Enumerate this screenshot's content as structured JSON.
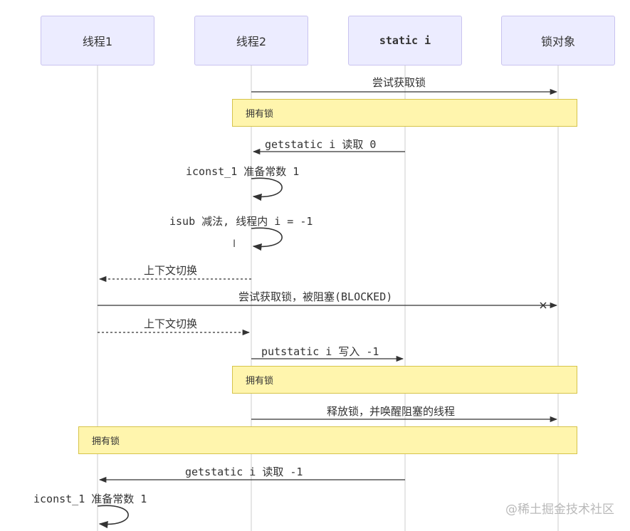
{
  "participants": {
    "thread1": "线程1",
    "thread2": "线程2",
    "static_i": "static i",
    "lock_object": "锁对象"
  },
  "messages": {
    "m1": "尝试获取锁",
    "m2": "getstatic i 读取 0",
    "m3": "iconst_1 准备常数 1",
    "m4": "isub 减法, 线程内 i = -1",
    "m5": "上下文切换",
    "m6": "尝试获取锁，被阻塞(BLOCKED)",
    "m7": "上下文切换",
    "m8": "putstatic i 写入 -1",
    "m9": "释放锁，并唤醒阻塞的线程",
    "m10": "getstatic i 读取 -1",
    "m11": "iconst_1 准备常数 1"
  },
  "notes": {
    "n1": "拥有锁",
    "n2": "拥有锁",
    "n3": "拥有锁"
  },
  "cursor_glyph": "I",
  "watermark": "@稀土掘金技术社区",
  "colors": {
    "actor_fill": "#ececff",
    "actor_border": "#c9c3ef",
    "note_fill": "#fff5ad",
    "note_border": "#d6c44a",
    "line": "#333333",
    "lifeline": "#cccccc"
  }
}
